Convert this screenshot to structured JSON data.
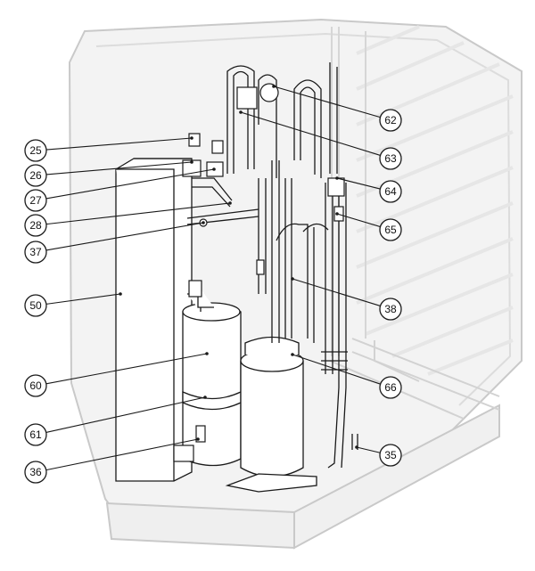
{
  "diagram": {
    "callouts": [
      {
        "id": "25"
      },
      {
        "id": "26"
      },
      {
        "id": "27"
      },
      {
        "id": "28"
      },
      {
        "id": "37"
      },
      {
        "id": "50"
      },
      {
        "id": "60"
      },
      {
        "id": "61"
      },
      {
        "id": "36"
      },
      {
        "id": "62"
      },
      {
        "id": "63"
      },
      {
        "id": "64"
      },
      {
        "id": "65"
      },
      {
        "id": "38"
      },
      {
        "id": "66"
      },
      {
        "id": "35"
      }
    ]
  },
  "colors": {
    "housing_fill": "#f3f3f3",
    "housing_stroke": "#c9c9c9",
    "line": "#1a1a1a",
    "callout_fill": "#ffffff"
  }
}
